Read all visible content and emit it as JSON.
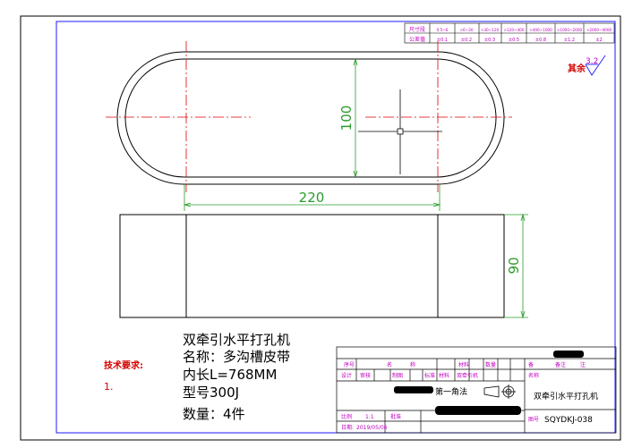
{
  "tolerance_table": {
    "header_row_label": "尺寸段",
    "value_row_label": "公差值",
    "ranges": [
      "0.5~6",
      ">6~30",
      ">30~120",
      ">120~400",
      ">400~1000",
      ">1000~2000",
      ">2000~4000"
    ],
    "values": [
      "±0.1",
      "±0.2",
      "±0.3",
      "±0.5",
      "±0.8",
      "±1.2",
      "±2"
    ]
  },
  "roughness": {
    "prefix": "其余",
    "value": "3.2"
  },
  "dimensions": {
    "width": "220",
    "height": "100",
    "thickness": "90"
  },
  "notes": {
    "machine": "双牵引水平打孔机",
    "name": "名称：多沟槽皮带",
    "length": "内长L=768MM",
    "model": "型号300J",
    "quantity": "数量：4件"
  },
  "tech": {
    "title": "技术要求:",
    "item1": "1."
  },
  "title_block": {
    "col_headers": [
      "序号",
      "名",
      "称",
      "材料",
      "数量",
      "备注"
    ],
    "design_label": "设计",
    "checked_label": "审核",
    "drawn_label": "制图",
    "std_label": "标准",
    "material_label": "材料",
    "material_value": "双牵引机",
    "projection_label": "第一角法",
    "scale_label": "比例",
    "scale_value": "1:1",
    "date_label": "日期:",
    "date_value": "2019/05/06",
    "approve_label": "批准",
    "name_label": "名称",
    "name_value": "双牵引水平打孔机",
    "drawno_label": "图号",
    "drawno_value": "SQYDKJ-038",
    "remark_label": "备",
    "remark_label2": "注"
  }
}
